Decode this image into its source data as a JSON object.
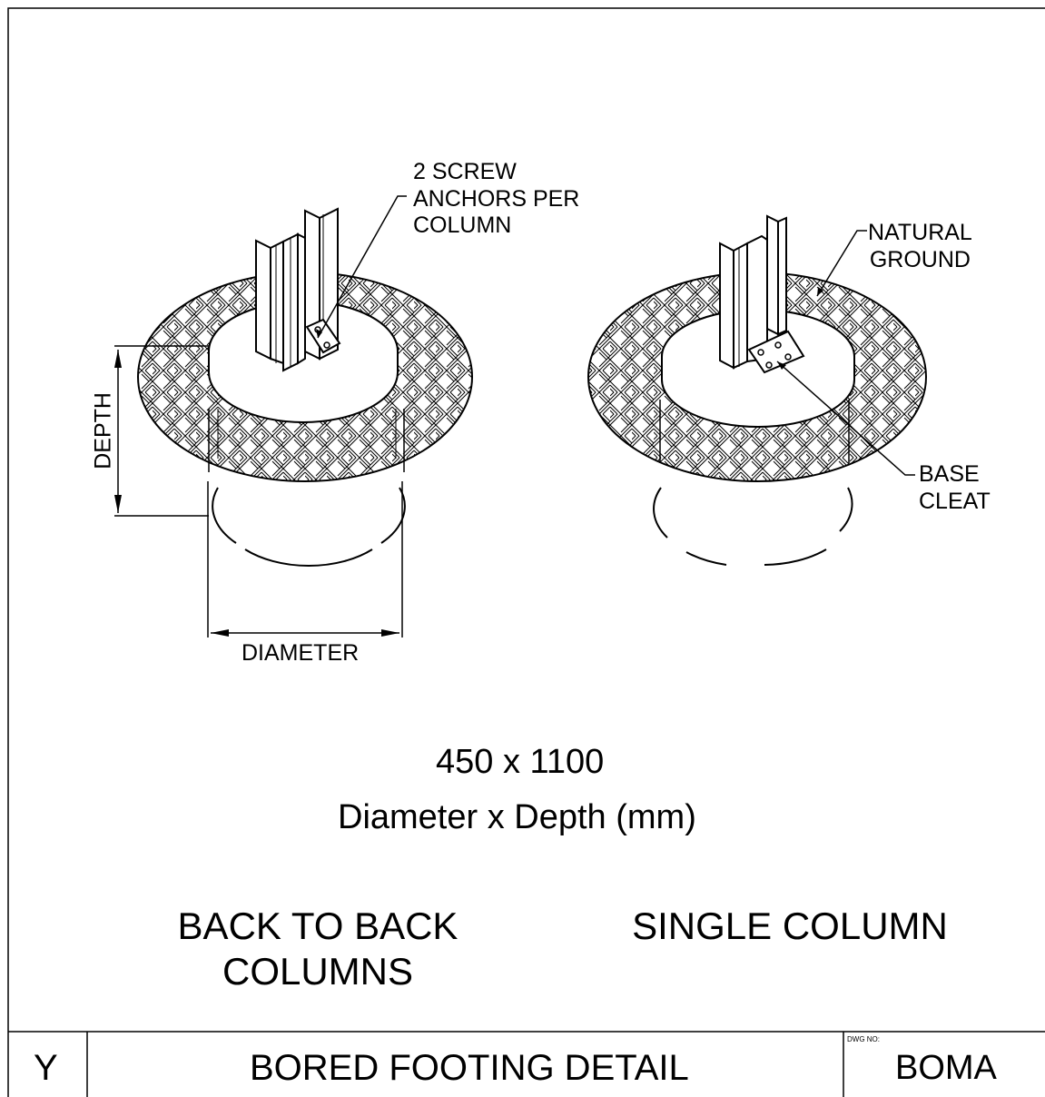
{
  "drawing": {
    "callouts": {
      "screw_anchors": [
        "2 SCREW",
        "ANCHORS PER",
        "COLUMN"
      ],
      "natural_ground": [
        "NATURAL",
        "GROUND"
      ],
      "base_cleat": [
        "BASE",
        "CLEAT"
      ]
    },
    "dimensions": {
      "depth_label": "DEPTH",
      "diameter_label": "DIAMETER"
    },
    "spec": {
      "size": "450 x 1100",
      "units_line": "Diameter x Depth (mm)"
    },
    "captions": {
      "left": [
        "BACK TO BACK",
        "COLUMNS"
      ],
      "right": "SINGLE COLUMN"
    }
  },
  "title_block": {
    "revision": "Y",
    "title": "BORED FOOTING DETAIL",
    "dwg_no_label": "DWG NO:",
    "dwg_no": "BOMA"
  }
}
